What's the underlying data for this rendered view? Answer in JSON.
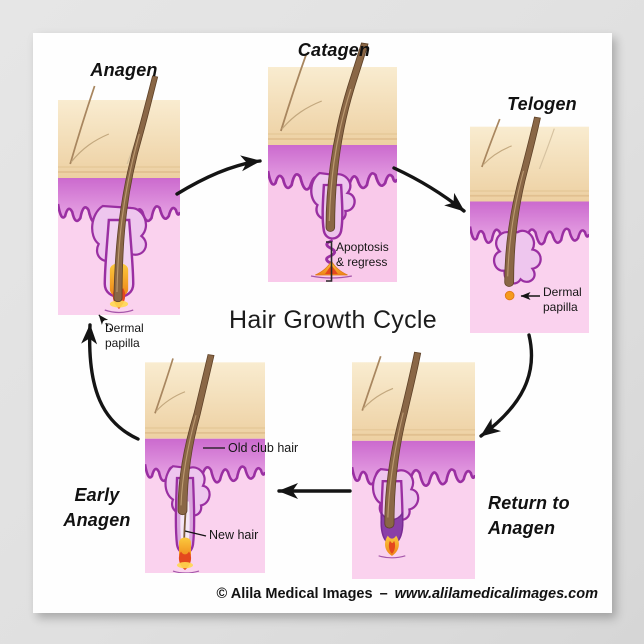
{
  "poster": {
    "title": "Hair Growth Cycle",
    "stages": [
      {
        "name": "anagen",
        "label": "Anagen"
      },
      {
        "name": "catagen",
        "label": "Catagen"
      },
      {
        "name": "telogen",
        "label": "Telogen"
      },
      {
        "name": "return-to-anagen",
        "label": "Return to\nAnagen"
      },
      {
        "name": "early-anagen",
        "label": "Early\nAnagen"
      }
    ],
    "annotations": {
      "apoptosis": "Apoptosis\n& regress",
      "dermal_papilla_anagen": "Dermal\npapilla",
      "dermal_papilla_telogen": "Dermal\npapilla",
      "old_club_hair": "Old club hair",
      "new_hair": "New hair"
    },
    "footer": {
      "copyright": "© Alila Medical Images",
      "separator": "–",
      "website": "www.alilamedicalimages.com"
    },
    "colors": {
      "skin_tan": "#f2d8ac",
      "dermis_pink": "#fad2ee",
      "epidermis_magenta": "#cb6ace",
      "membrane_purple": "#9a2fa2",
      "hair_brown": "#8a6746",
      "papilla_orange": "#f59a1d",
      "arrow_black": "#141414",
      "background_gray": "#e0e0e0"
    }
  }
}
